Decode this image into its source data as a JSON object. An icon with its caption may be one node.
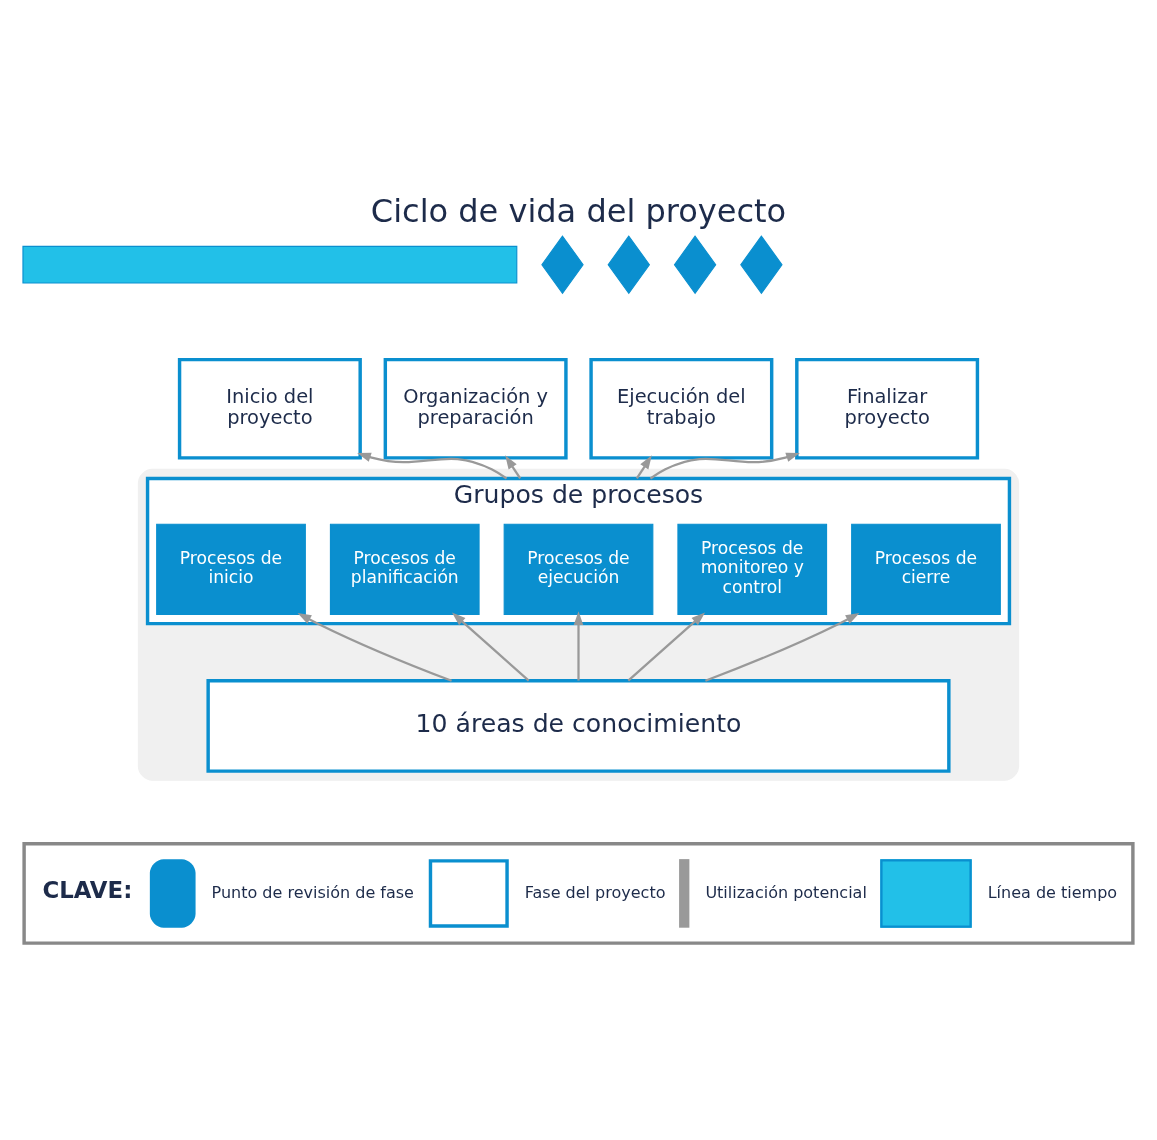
{
  "diagram": {
    "title": "Ciclo de vida del proyecto",
    "nodes": [
      {
        "text": [
          "Inicio del proyecto"
        ]
      },
      {
        "text": [
          "Organización y preparación"
        ]
      },
      {
        "text": [
          "Ejecución del trabajo"
        ]
      },
      {
        "text": [
          "Finalizar proyecto"
        ]
      },
      {
        "text": [],
        "shape": "bar"
      },
      {
        "text": [],
        "shape": "diamond"
      },
      {
        "text": [],
        "shape": "diamond"
      },
      {
        "text": [],
        "shape": "diamond"
      },
      {
        "text": [],
        "shape": "diamond"
      },
      {
        "text": [],
        "shape": "box"
      },
      {
        "text": [
          "Grupos de procesos"
        ],
        "in": 9
      },
      {
        "text": [
          "Procesos de inicio"
        ],
        "in": 10
      },
      {
        "text": [
          "Procesos de planificación"
        ],
        "in": 10
      },
      {
        "text": [
          "Procesos de ejecución"
        ],
        "in": 10
      },
      {
        "text": [
          "Procesos de monitoreo y control"
        ],
        "in": 10
      },
      {
        "text": [
          "Procesos de cierre"
        ],
        "in": 10
      },
      {
        "text": [
          "10 áreas de conocimiento"
        ],
        "in": 9
      }
    ],
    "edges": [
      {
        "from": 10,
        "to": 0,
        "arrow": "to"
      },
      {
        "from": 10,
        "to": 1,
        "arrow": "to"
      },
      {
        "from": 10,
        "to": 2,
        "arrow": "to"
      },
      {
        "from": 10,
        "to": 3,
        "arrow": "to"
      },
      {
        "from": 16,
        "to": 11,
        "arrow": "to"
      },
      {
        "from": 16,
        "to": 12,
        "arrow": "to"
      },
      {
        "from": 16,
        "to": 13,
        "arrow": "to"
      },
      {
        "from": 16,
        "to": 14,
        "arrow": "to"
      },
      {
        "from": 16,
        "to": 15,
        "arrow": "to"
      }
    ],
    "labels": [
      "CLAVE:"
    ],
    "legend": [
      {
        "text": "Punto de revisión de fase"
      },
      {
        "text": "Fase del proyecto"
      },
      {
        "text": "Utilización potencial"
      },
      {
        "text": "Línea de tiempo",
        "color": "#22c0e8"
      }
    ]
  }
}
